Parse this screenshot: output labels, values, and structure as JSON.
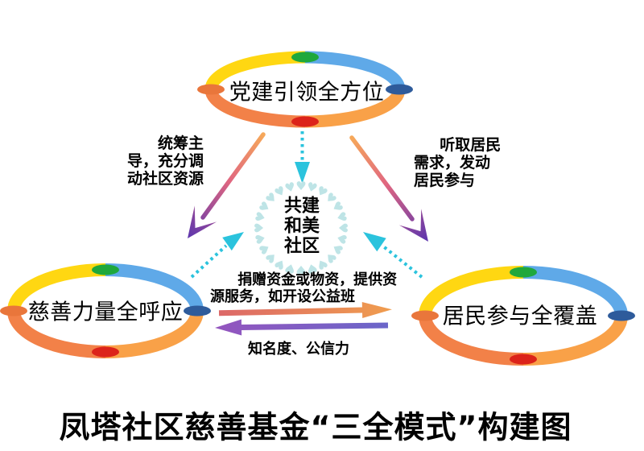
{
  "title": "凤塔社区慈善基金“三全模式”构建图",
  "rings": {
    "top": {
      "label": "党建引领全方位"
    },
    "left": {
      "label": "慈善力量全呼应"
    },
    "right": {
      "label": "居民参与全覆盖"
    }
  },
  "center": {
    "label": "共建\n和美\n社区",
    "heart_glyph": "♥"
  },
  "edges": {
    "party_to_charity": "统筹主\n导，充分调\n动社区资源",
    "party_to_residents": "听取居民\n需求，发动\n居民参与",
    "charity_to_residents": "捐赠资金或物资，提供资\n源服务，如开设公益班",
    "residents_to_charity": "知名度、公信力"
  },
  "colors": {
    "ring": {
      "top_left": "#FFD712",
      "top_right": "#5FA9E8",
      "bottom_right": "#F9A148",
      "bottom_left": "#F28148"
    },
    "node": {
      "top": "#1FA83C",
      "right": "#2E5B9B",
      "bottom": "#DC231A",
      "left": "#E9763B"
    },
    "dotted": "#2BC3DD",
    "hearts": "#BEE4E6",
    "arrow_gradient": [
      "#F6A85A",
      "#E06680",
      "#5B35AE"
    ],
    "give_gradient": [
      "#DC6868",
      "#F09D4E"
    ],
    "return_gradient": [
      "#9455BE",
      "#6B66C9"
    ],
    "text": "#000000"
  }
}
